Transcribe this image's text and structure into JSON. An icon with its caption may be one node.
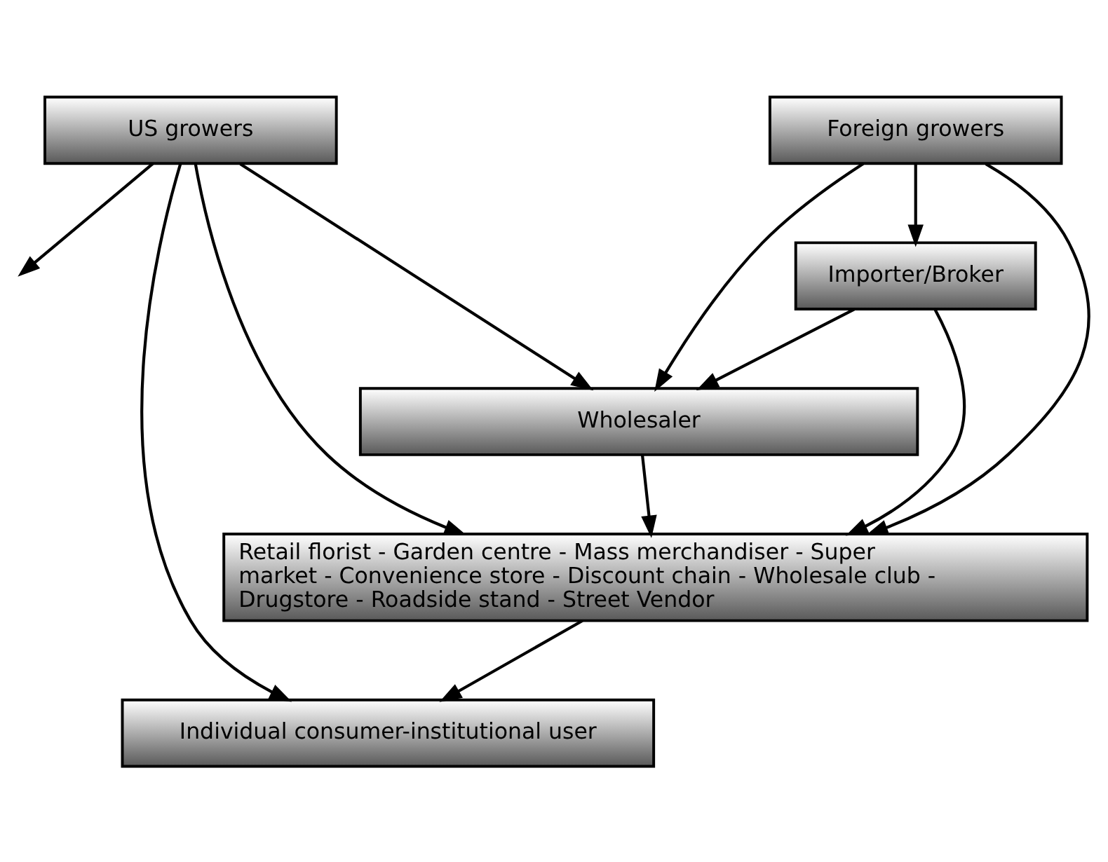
{
  "diagram": {
    "nodes": [
      {
        "text": [
          "US growers"
        ]
      },
      {
        "text": [
          "Foreign growers"
        ]
      },
      {
        "text": [
          "Importer/Broker"
        ]
      },
      {
        "text": [
          "Wholesaler"
        ]
      },
      {
        "text": [
          "Retail florist - Garden centre - Mass merchandiser - Super market - Convenience store - Discount chain - Wholesale club - Drugstore - Roadside stand - Street Vendor"
        ]
      },
      {
        "text": [
          "Individual consumer-institutional user"
        ]
      }
    ],
    "edges": [
      {
        "from": 0,
        "to": null,
        "arrow": "to"
      },
      {
        "from": 0,
        "to": 5,
        "arrow": "to"
      },
      {
        "from": 0,
        "to": 4,
        "arrow": "to"
      },
      {
        "from": 0,
        "to": 3,
        "arrow": "to"
      },
      {
        "from": 1,
        "to": 3,
        "arrow": "to"
      },
      {
        "from": 1,
        "to": 2,
        "arrow": "to"
      },
      {
        "from": 1,
        "to": 4,
        "arrow": "to"
      },
      {
        "from": 2,
        "to": 3,
        "arrow": "to"
      },
      {
        "from": 2,
        "to": 4,
        "arrow": "to"
      },
      {
        "from": 3,
        "to": 4,
        "arrow": "to"
      },
      {
        "from": 4,
        "to": 5,
        "arrow": "to"
      }
    ]
  }
}
